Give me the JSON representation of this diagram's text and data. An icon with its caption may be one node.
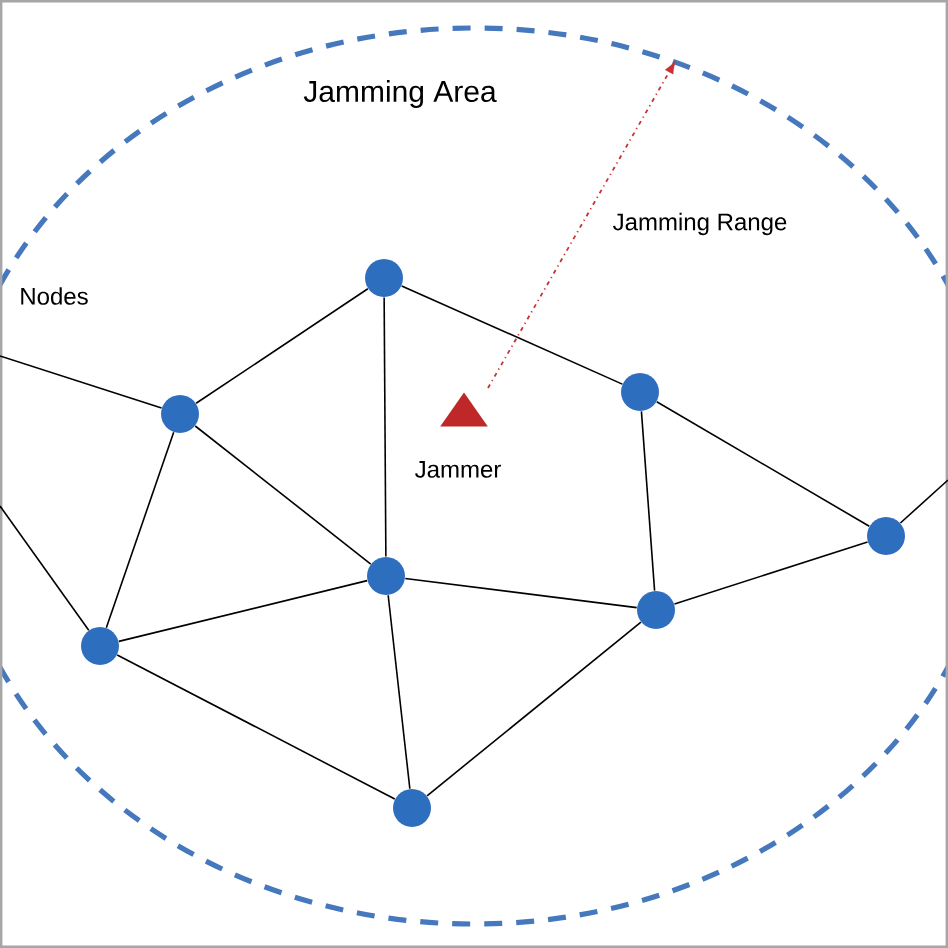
{
  "diagram": {
    "nodes": [
      {
        "text": [],
        "shape": "circle"
      },
      {
        "text": [],
        "shape": "circle"
      },
      {
        "text": [],
        "shape": "circle"
      },
      {
        "text": [],
        "shape": "triangle",
        "beside": [
          "Jammer"
        ]
      },
      {
        "text": [],
        "shape": "circle"
      },
      {
        "text": [],
        "shape": "circle"
      },
      {
        "text": [],
        "shape": "circle"
      },
      {
        "text": [],
        "shape": "circle"
      },
      {
        "text": [],
        "shape": "circle"
      }
    ],
    "edges": [
      {
        "from": null,
        "to": 2,
        "arrow": "none"
      },
      {
        "from": null,
        "to": 7,
        "arrow": "none"
      },
      {
        "from": 2,
        "to": 0,
        "arrow": "none"
      },
      {
        "from": 2,
        "to": 7,
        "arrow": "none"
      },
      {
        "from": 2,
        "to": 5,
        "arrow": "none"
      },
      {
        "from": 0,
        "to": 1,
        "arrow": "none"
      },
      {
        "from": 0,
        "to": 5,
        "arrow": "none"
      },
      {
        "from": 1,
        "to": 4,
        "arrow": "none"
      },
      {
        "from": 1,
        "to": 6,
        "arrow": "none"
      },
      {
        "from": 4,
        "to": 6,
        "arrow": "none"
      },
      {
        "from": 4,
        "to": null,
        "arrow": "none"
      },
      {
        "from": 5,
        "to": 7,
        "arrow": "none"
      },
      {
        "from": 5,
        "to": 6,
        "arrow": "none"
      },
      {
        "from": 5,
        "to": 8,
        "arrow": "none"
      },
      {
        "from": 7,
        "to": 8,
        "arrow": "none"
      },
      {
        "from": 8,
        "to": 6,
        "arrow": "none"
      }
    ],
    "labels": [
      "Jamming Area",
      "Jamming Range",
      "Nodes"
    ]
  }
}
